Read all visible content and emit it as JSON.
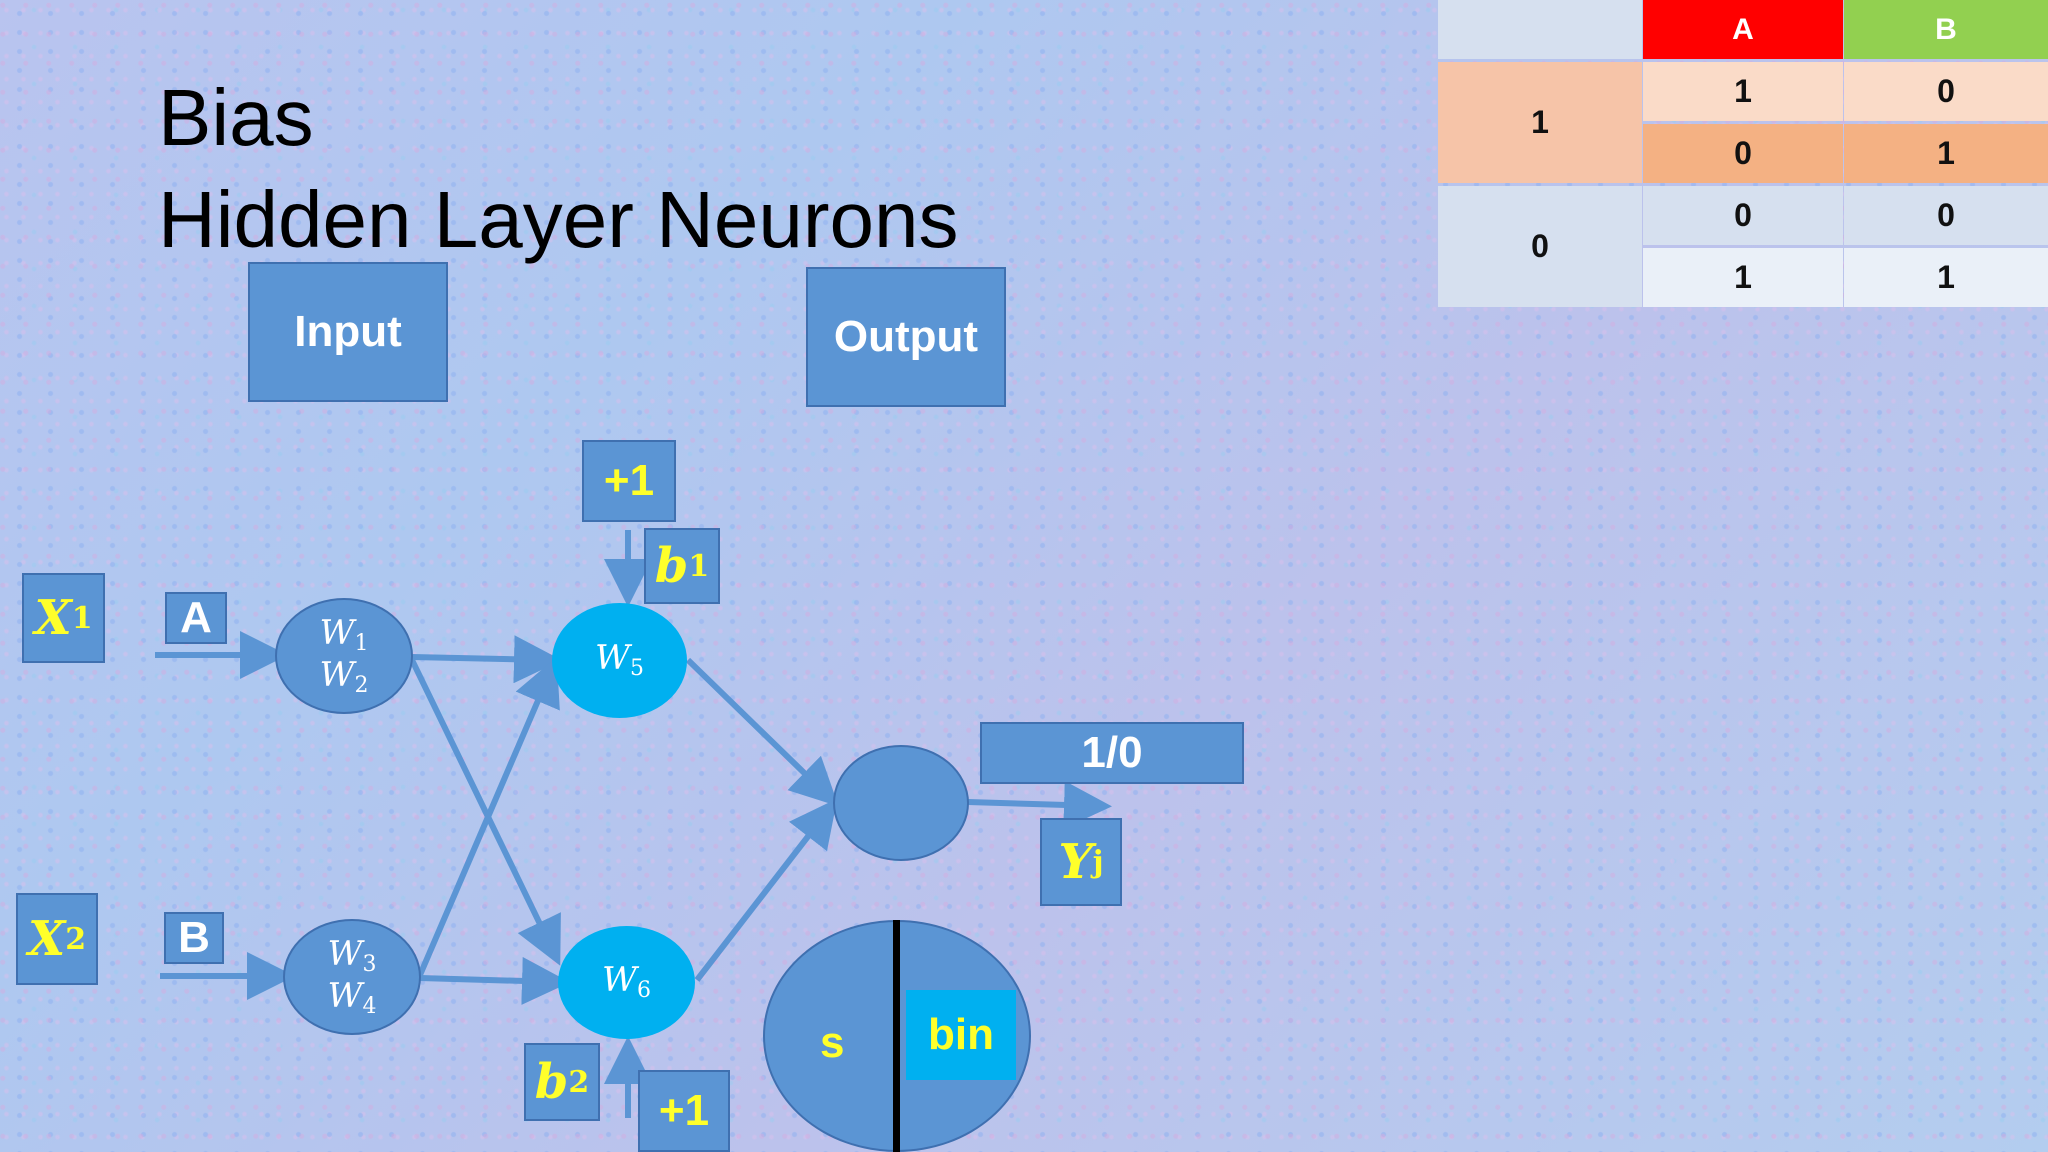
{
  "title": {
    "line1": "Bias",
    "line2": "Hidden Layer Neurons"
  },
  "table": {
    "header_a": "A",
    "header_b": "B",
    "rows": [
      {
        "group": "1",
        "a": "1",
        "b": "0"
      },
      {
        "group": "",
        "a": "0",
        "b": "1"
      },
      {
        "group": "0",
        "a": "0",
        "b": "0"
      },
      {
        "group": "",
        "a": "1",
        "b": "1"
      }
    ],
    "colors": {
      "header_a": "#ff0000",
      "header_b": "#92d050",
      "group1": "#f6c4a8",
      "row1": "#fadbc8",
      "row2": "#f4b183",
      "group0": "#d6e0ef",
      "row3": "#d6e0ef",
      "row4": "#eaf0f8"
    }
  },
  "diagram": {
    "input_label": "Input",
    "output_label": "Output",
    "x1": {
      "var": "X",
      "sub": "1"
    },
    "x2": {
      "var": "X",
      "sub": "2"
    },
    "in_a": "A",
    "in_b": "B",
    "n1": {
      "w_top": "W",
      "w_top_sub": "1",
      "w_bot": "W",
      "w_bot_sub": "2"
    },
    "n2": {
      "w_top": "W",
      "w_top_sub": "3",
      "w_bot": "W",
      "w_bot_sub": "4"
    },
    "h1": {
      "w": "W",
      "w_sub": "5"
    },
    "h2": {
      "w": "W",
      "w_sub": "6"
    },
    "bias_top": "+1",
    "bias_bottom": "+1",
    "b1": {
      "var": "b",
      "sub": "1"
    },
    "b2": {
      "var": "b",
      "sub": "2"
    },
    "out_value": "1/0",
    "yj": {
      "var": "Y",
      "sub": "j"
    },
    "activation_left": "s",
    "activation_right": "bin",
    "colors": {
      "box": "#5b95d4",
      "hidden": "#00b0f0",
      "label_yellow": "#ffff2a",
      "line": "#5b95d4"
    }
  }
}
